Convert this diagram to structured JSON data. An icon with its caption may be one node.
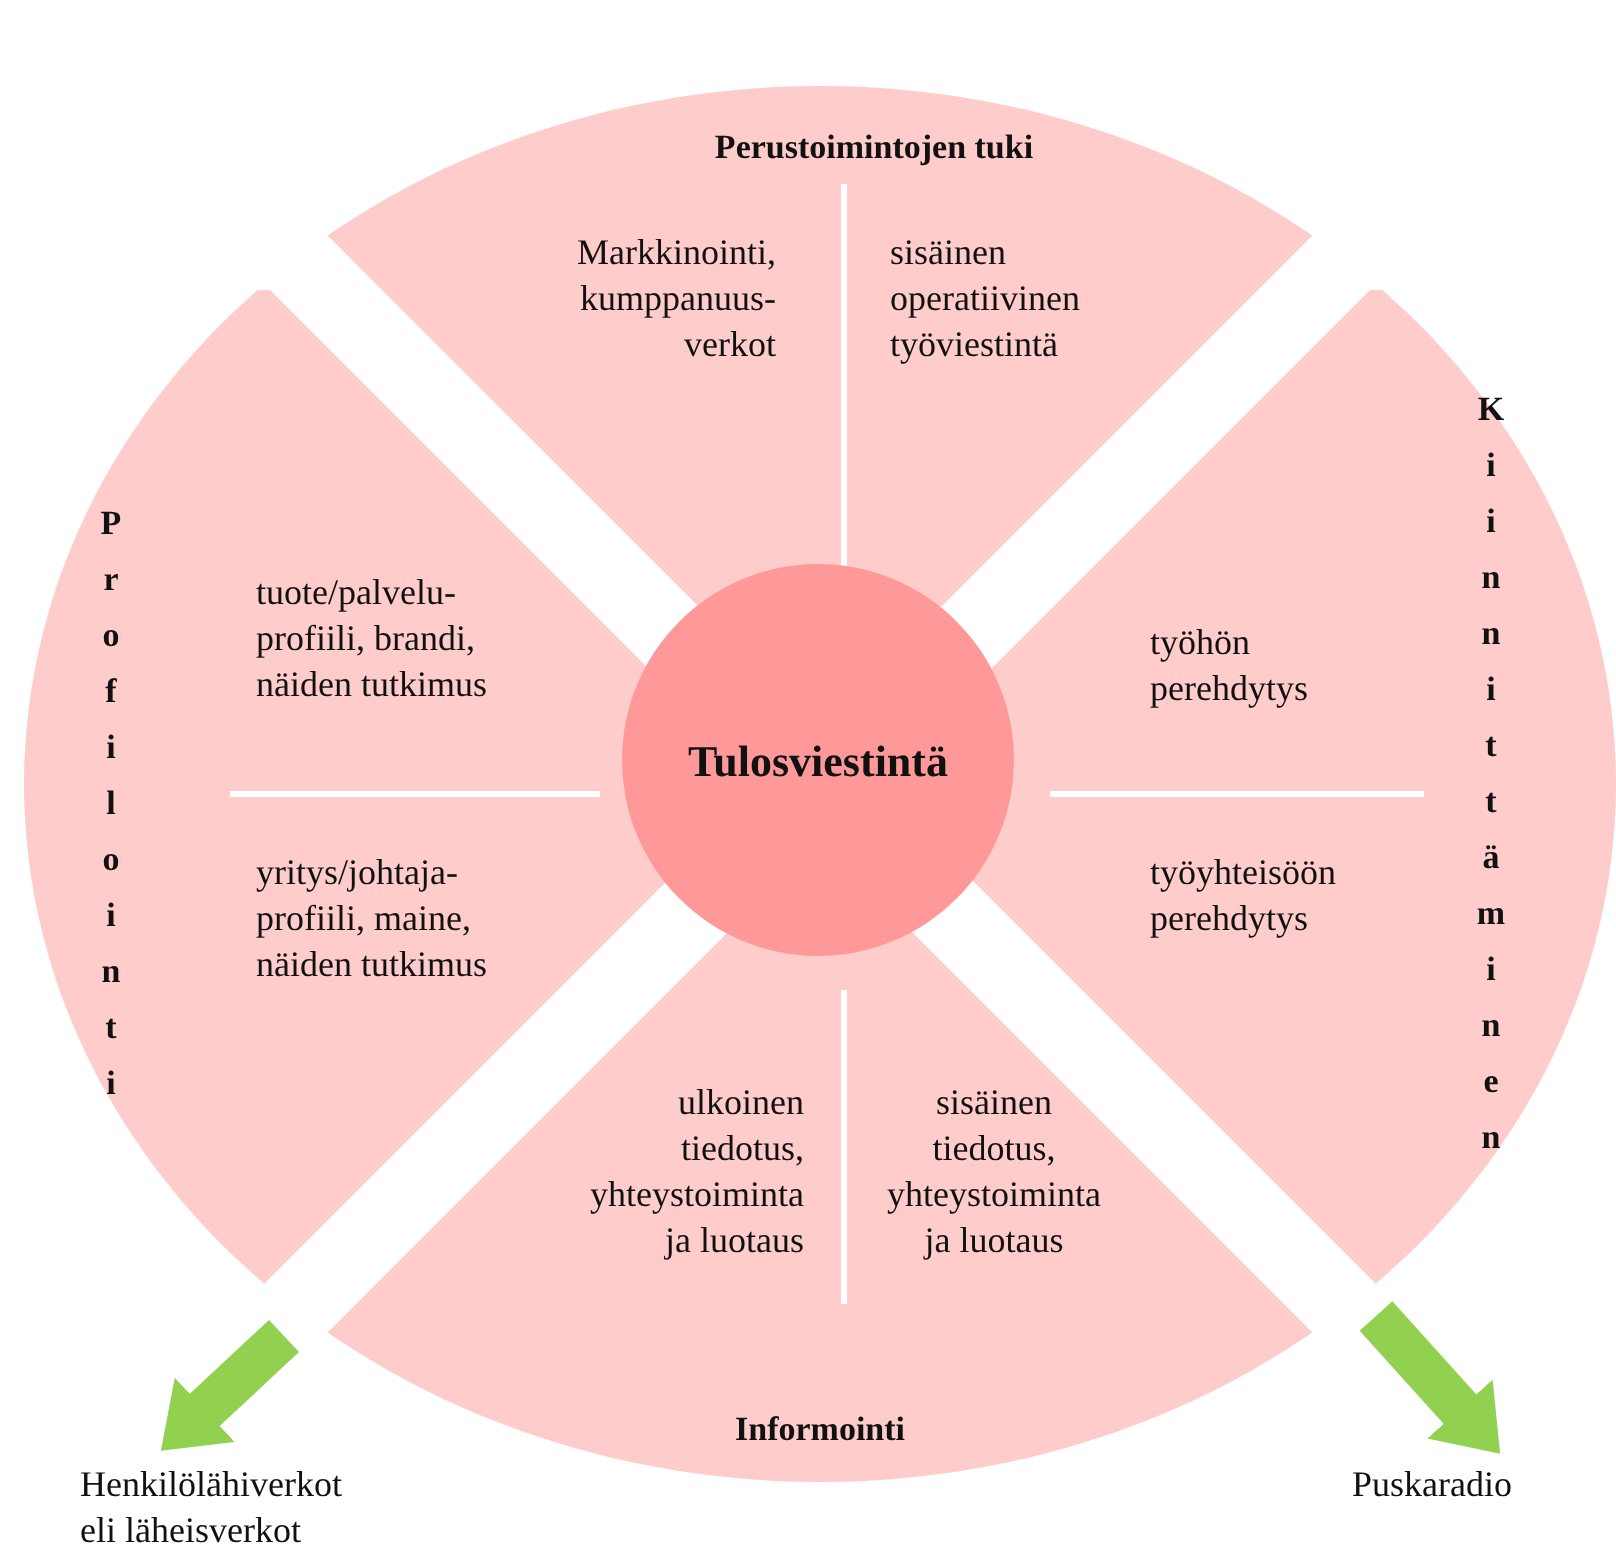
{
  "diagram": {
    "nodes": [
      {
        "text": [
          "Tulosviestintä"
        ]
      },
      {
        "text": [
          "Perustoimintojen tuki"
        ]
      },
      {
        "text": [
          "Markkinointi, kumppanuus- verkot"
        ],
        "in": 1
      },
      {
        "text": [
          "sisäinen operatiivinen työviestintä"
        ],
        "in": 1
      },
      {
        "text": [
          "Kiinnittäminen"
        ]
      },
      {
        "text": [
          "työhön perehdytys"
        ],
        "in": 4
      },
      {
        "text": [
          "työyhteisöön perehdytys"
        ],
        "in": 4
      },
      {
        "text": [
          "Informointi"
        ]
      },
      {
        "text": [
          "ulkoinen tiedotus, yhteystoiminta ja luotaus"
        ],
        "in": 7
      },
      {
        "text": [
          "sisäinen tiedotus, yhteystoiminta ja luotaus"
        ],
        "in": 7
      },
      {
        "text": [
          "Profilointi"
        ]
      },
      {
        "text": [
          "tuote/palvelu- profiili, brandi, näiden tutkimus"
        ],
        "in": 10
      },
      {
        "text": [
          "yritys/johtaja- profiili, maine, näiden tutkimus"
        ],
        "in": 10
      },
      {
        "text": [
          "Henkilölähiverkot eli läheisverkot"
        ]
      },
      {
        "text": [
          "Puskaradio"
        ]
      }
    ],
    "edges": [
      {
        "from": null,
        "to": 13,
        "arrow": "to"
      },
      {
        "from": null,
        "to": 14,
        "arrow": "to"
      }
    ]
  }
}
